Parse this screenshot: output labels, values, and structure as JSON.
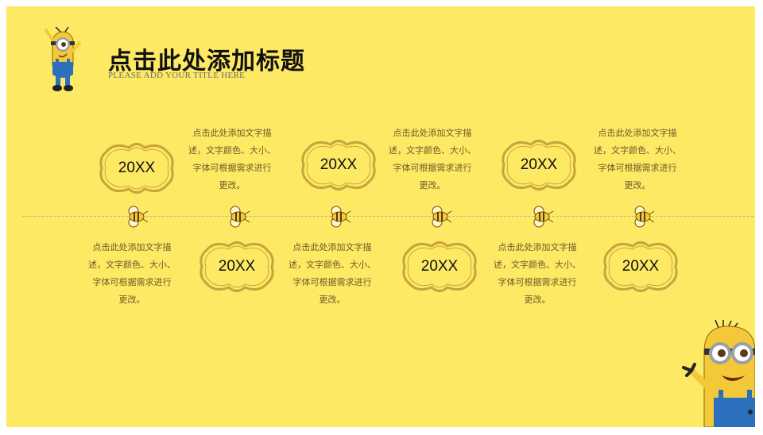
{
  "slide": {
    "title": "点击此处添加标题",
    "subtitle": "PLEASE ADD YOUR TITLE HERE",
    "colors": {
      "background": "#fde964",
      "badge_border": "#c9a43c",
      "timeline": "#d7a883",
      "text": "#6f5a2a"
    }
  },
  "timeline": {
    "items": [
      {
        "year": "20XX",
        "text": [
          "点击此处添加文字描",
          "述，文字颜色、大小、",
          "字体可根据需求进行",
          "更改。"
        ]
      },
      {
        "year": "20XX",
        "text": [
          "点击此处添加文字描",
          "述，文字颜色、大小、",
          "字体可根据需求进行",
          "更改。"
        ]
      },
      {
        "year": "20XX",
        "text": [
          "点击此处添加文字描",
          "述，文字颜色、大小、",
          "字体可根据需求进行",
          "更改。"
        ]
      },
      {
        "year": "20XX",
        "text": [
          "点击此处添加文字描",
          "述，文字颜色、大小、",
          "字体可根据需求进行",
          "更改。"
        ]
      },
      {
        "year": "20XX",
        "text": [
          "点击此处添加文字描",
          "述，文字颜色、大小、",
          "字体可根据需求进行",
          "更改。"
        ]
      },
      {
        "year": "20XX",
        "text": [
          "点击此处添加文字描",
          "述，文字颜色、大小、",
          "字体可根据需求进行",
          "更改。"
        ]
      }
    ],
    "icons": [
      "bee-icon",
      "minion-icon"
    ]
  }
}
